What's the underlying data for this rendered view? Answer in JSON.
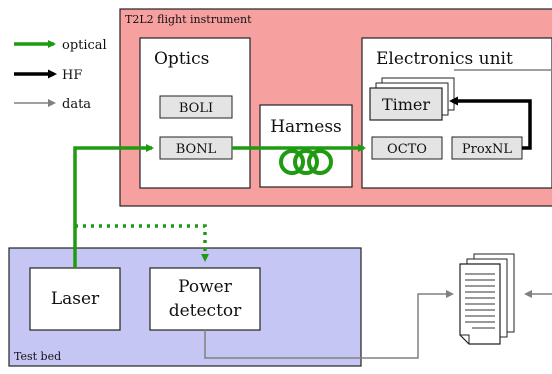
{
  "legend": {
    "optical": "optical",
    "hf": "HF",
    "data": "data"
  },
  "regions": {
    "flight_instrument": "T2L2 flight instrument",
    "test_bed": "Test bed"
  },
  "blocks": {
    "optics": "Optics",
    "boli": "BOLI",
    "bonl": "BONL",
    "harness": "Harness",
    "electronics_unit": "Electronics unit",
    "timer": "Timer",
    "octo": "OCTO",
    "proxnl": "ProxNL",
    "laser": "Laser",
    "power_detector_line1": "Power",
    "power_detector_line2": "detector"
  },
  "colors": {
    "optical": "#1f9a12",
    "hf": "#000000",
    "data": "#808080",
    "flight_bg": "#f7a0a0",
    "testbed_bg": "#c6c6f5",
    "box_gray": "#e4e4e4"
  }
}
